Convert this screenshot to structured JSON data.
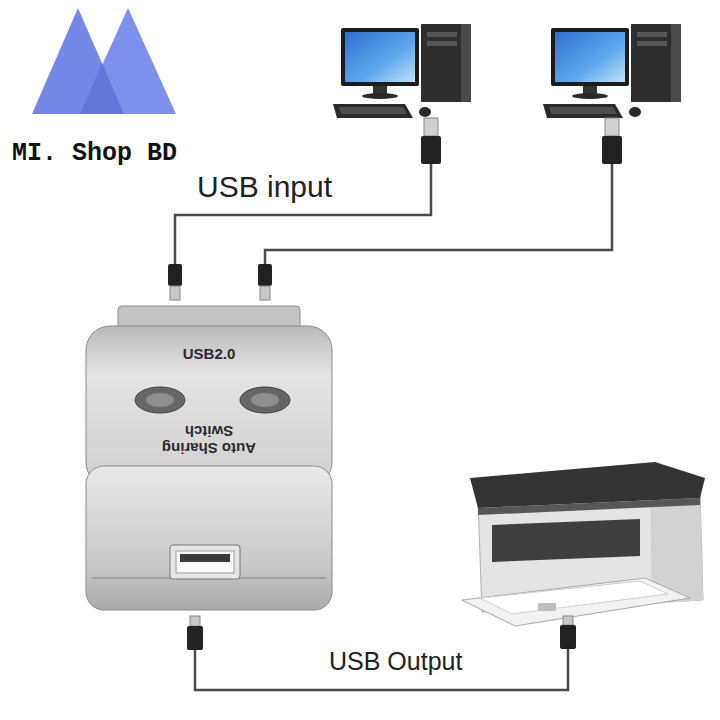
{
  "diagram": {
    "nodes": [
      {
        "text": [
          "USB2.0",
          "Auto Sharing Switch"
        ]
      }
    ],
    "labels": [
      "MI. Shop BD",
      "USB input",
      "USB Output"
    ]
  }
}
